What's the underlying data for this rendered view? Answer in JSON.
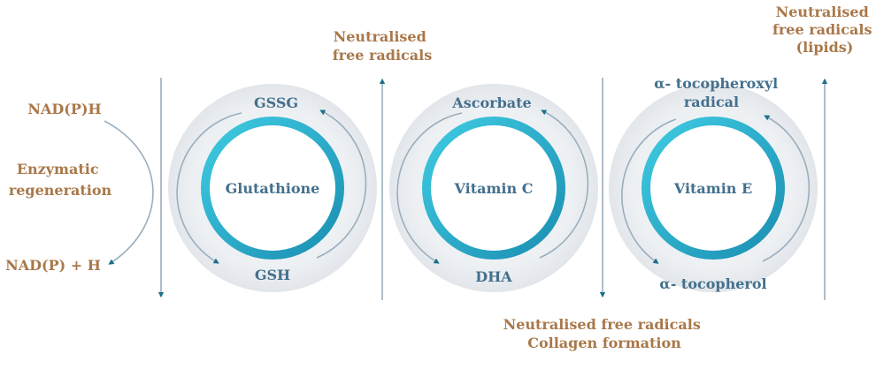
{
  "colors": {
    "label_brown": "#a9784a",
    "label_blue": "#44708d",
    "ring_light": "#37c3dc",
    "ring_dark": "#1c8fb0",
    "halo": "#e4e8ec",
    "line": "#9aaebe",
    "arrowhead": "#1a6f8a"
  },
  "left": {
    "top_label": "NAD(P)H",
    "middle_label": [
      "Enzymatic",
      "regeneration"
    ],
    "bottom_label": "NAD(P) + H"
  },
  "cycles": [
    {
      "center": "Glutathione",
      "top": "GSSG",
      "bottom": "GSH"
    },
    {
      "center": "Vitamin C",
      "top": "Ascorbate",
      "bottom": "DHA"
    },
    {
      "center": "Vitamin E",
      "top": [
        "α- tocopheroxyl",
        "radical"
      ],
      "bottom": "α- tocopherol"
    }
  ],
  "outputs": {
    "glutathione_side": [
      "Neutralised",
      "free radicals"
    ],
    "vitamin_c_side": [
      "Neutralised free radicals",
      "Collagen formation"
    ],
    "vitamin_e_side": [
      "Neutralised",
      "free radicals",
      "(lipids)"
    ]
  }
}
